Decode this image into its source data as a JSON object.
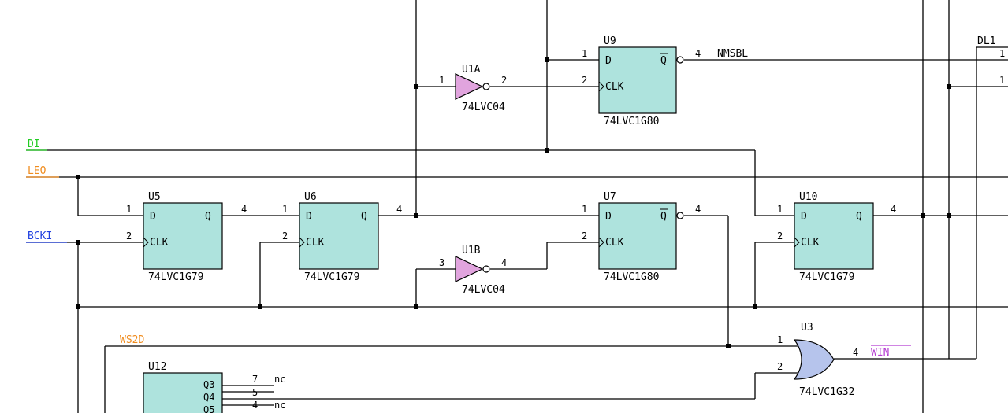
{
  "nets": {
    "di": "DI",
    "leo": "LEO",
    "bcki": "BCKI",
    "ws2d": "WS2D",
    "nmsbl": "NMSBL",
    "win": "WIN",
    "dl1": "DL1"
  },
  "colors": {
    "di": "#22cc22",
    "leo": "#f08c1e",
    "bcki": "#1f3fe0",
    "ws2d": "#f08c1e",
    "win": "#b43cd2",
    "chip": "#aee3dd",
    "inverter": "#e1a4de",
    "or_gate": "#b6c4ec"
  },
  "components": {
    "u9": {
      "ref": "U9",
      "part": "74LVC1G80",
      "pin_d": "D",
      "pin_clk": "CLK",
      "pin_q": "Q",
      "pin_d_no": "1",
      "pin_clk_no": "2",
      "pin_q_no": "4"
    },
    "u1a": {
      "ref": "U1A",
      "part": "74LVC04",
      "pin_in": "1",
      "pin_out": "2"
    },
    "u5": {
      "ref": "U5",
      "part": "74LVC1G79",
      "pin_d": "D",
      "pin_clk": "CLK",
      "pin_q": "Q",
      "pin_d_no": "1",
      "pin_clk_no": "2",
      "pin_q_no": "4"
    },
    "u6": {
      "ref": "U6",
      "part": "74LVC1G79",
      "pin_d": "D",
      "pin_clk": "CLK",
      "pin_q": "Q",
      "pin_d_no": "1",
      "pin_clk_no": "2",
      "pin_q_no": "4"
    },
    "u7": {
      "ref": "U7",
      "part": "74LVC1G80",
      "pin_d": "D",
      "pin_clk": "CLK",
      "pin_q": "Q",
      "pin_d_no": "1",
      "pin_clk_no": "2",
      "pin_q_no": "4"
    },
    "u1b": {
      "ref": "U1B",
      "part": "74LVC04",
      "pin_in": "3",
      "pin_out": "4"
    },
    "u10": {
      "ref": "U10",
      "part": "74LVC1G79",
      "pin_d": "D",
      "pin_clk": "CLK",
      "pin_q": "Q",
      "pin_d_no": "1",
      "pin_clk_no": "2",
      "pin_q_no": "4"
    },
    "u3": {
      "ref": "U3",
      "part": "74LVC1G32",
      "pin_a": "1",
      "pin_b": "2",
      "pin_y": "4"
    },
    "u12": {
      "ref": "U12",
      "pins": [
        {
          "name": "Q3",
          "num": "7",
          "nc": "nc"
        },
        {
          "name": "Q4",
          "num": "5",
          "nc": ""
        },
        {
          "name": "Q5",
          "num": "4",
          "nc": "nc"
        }
      ]
    }
  },
  "dl1_pins": [
    "1",
    "1"
  ]
}
